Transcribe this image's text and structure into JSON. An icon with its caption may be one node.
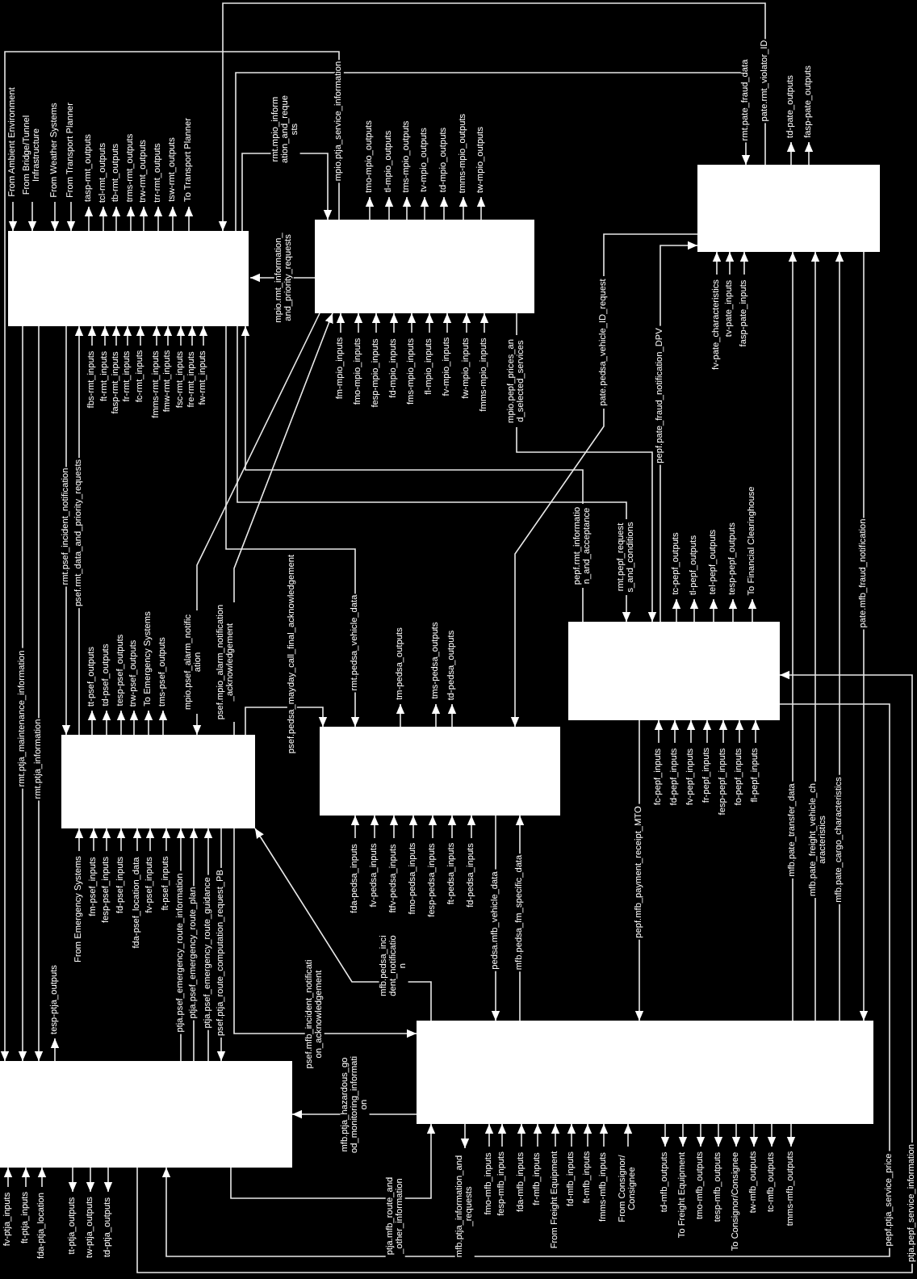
{
  "diagram": {
    "nodes": [
      {
        "text": [],
        "shape": "box"
      },
      {
        "text": [],
        "shape": "box"
      },
      {
        "text": [],
        "shape": "box"
      },
      {
        "text": [],
        "shape": "box"
      },
      {
        "text": [],
        "shape": "box"
      },
      {
        "text": [],
        "shape": "box"
      },
      {
        "text": [],
        "shape": "box"
      },
      {
        "text": [],
        "shape": "box"
      }
    ],
    "edges": [
      {
        "from": null,
        "to": 0,
        "arrow": "to",
        "label": "From Ambient Environment"
      },
      {
        "from": null,
        "to": 0,
        "arrow": "to",
        "label": "From Bridge/Tunnel Infrastructure"
      },
      {
        "from": null,
        "to": 0,
        "arrow": "to",
        "label": "From Weather Systems"
      },
      {
        "from": null,
        "to": 0,
        "arrow": "to",
        "label": "From Transport Planner"
      },
      {
        "from": 0,
        "to": null,
        "arrow": "to",
        "label": "tasp-rmt_outputs"
      },
      {
        "from": 0,
        "to": null,
        "arrow": "to",
        "label": "tcl-rmt_outputs"
      },
      {
        "from": 0,
        "to": null,
        "arrow": "to",
        "label": "tb-rmt_outputs"
      },
      {
        "from": 0,
        "to": null,
        "arrow": "to",
        "label": "trms-rmt_outputs"
      },
      {
        "from": 0,
        "to": null,
        "arrow": "to",
        "label": "trw-rmt_outputs"
      },
      {
        "from": 0,
        "to": null,
        "arrow": "to",
        "label": "trr-rmt_outputs"
      },
      {
        "from": 0,
        "to": null,
        "arrow": "to",
        "label": "tsw-rmt_outputs"
      },
      {
        "from": 0,
        "to": null,
        "arrow": "to",
        "label": "To Transport Planner"
      },
      {
        "from": null,
        "to": 0,
        "arrow": "to",
        "label": "fbs-rmt_inputs"
      },
      {
        "from": null,
        "to": 0,
        "arrow": "to",
        "label": "ft-rmt_inputs"
      },
      {
        "from": null,
        "to": 0,
        "arrow": "to",
        "label": "fasp-rmt_inputs"
      },
      {
        "from": null,
        "to": 0,
        "arrow": "to",
        "label": "fr-rmt_inputs"
      },
      {
        "from": null,
        "to": 0,
        "arrow": "to",
        "label": "fc-rmt_inputs"
      },
      {
        "from": null,
        "to": 0,
        "arrow": "to",
        "label": "fmms-rmt_inputs"
      },
      {
        "from": null,
        "to": 0,
        "arrow": "to",
        "label": "fmw-rmt_inputs"
      },
      {
        "from": null,
        "to": 0,
        "arrow": "to",
        "label": "fsc-rmt_inputs"
      },
      {
        "from": null,
        "to": 0,
        "arrow": "to",
        "label": "fre-rmt_inputs"
      },
      {
        "from": null,
        "to": 0,
        "arrow": "to",
        "label": "fw-rmt_inputs"
      },
      {
        "from": 1,
        "to": 0,
        "arrow": "to",
        "label": "mpio.rmt_information_and_priority_requests"
      },
      {
        "from": 0,
        "to": 1,
        "arrow": "to",
        "label": "rmt.mpio_information_and_requests"
      },
      {
        "from": 0,
        "to": 2,
        "arrow": "to",
        "label": "rmt.pate_fraud_data"
      },
      {
        "from": 2,
        "to": 0,
        "arrow": "to",
        "label": "pate.rmt_violator_ID"
      },
      {
        "from": 1,
        "to": 6,
        "arrow": "to",
        "label": "mpio.ptja_service_information"
      },
      {
        "from": 1,
        "to": null,
        "arrow": "to",
        "label": "tmo-mpio_outputs"
      },
      {
        "from": 1,
        "to": null,
        "arrow": "to",
        "label": "tl-mpio_outputs"
      },
      {
        "from": 1,
        "to": null,
        "arrow": "to",
        "label": "tms-mpio_outputs"
      },
      {
        "from": 1,
        "to": null,
        "arrow": "to",
        "label": "tv-mpio_outputs"
      },
      {
        "from": 1,
        "to": null,
        "arrow": "to",
        "label": "td-mpio_outputs"
      },
      {
        "from": 1,
        "to": null,
        "arrow": "to",
        "label": "tmms-mpio_outputs"
      },
      {
        "from": 1,
        "to": null,
        "arrow": "to",
        "label": "tw-mpio_outputs"
      },
      {
        "from": null,
        "to": 1,
        "arrow": "to",
        "label": "fm-mpio_inputs"
      },
      {
        "from": null,
        "to": 1,
        "arrow": "to",
        "label": "fmo-mpio_inputs"
      },
      {
        "from": null,
        "to": 1,
        "arrow": "to",
        "label": "fesp-mpio_inputs"
      },
      {
        "from": null,
        "to": 1,
        "arrow": "to",
        "label": "fd-mpio_inputs"
      },
      {
        "from": null,
        "to": 1,
        "arrow": "to",
        "label": "fms-mpio_inputs"
      },
      {
        "from": null,
        "to": 1,
        "arrow": "to",
        "label": "fl-mpio_inputs"
      },
      {
        "from": null,
        "to": 1,
        "arrow": "to",
        "label": "fv-mpio_inputs"
      },
      {
        "from": null,
        "to": 1,
        "arrow": "to",
        "label": "fw-mpio_inputs"
      },
      {
        "from": null,
        "to": 1,
        "arrow": "to",
        "label": "fmms-mpio_inputs"
      },
      {
        "from": 1,
        "to": 5,
        "arrow": "to",
        "label": "mpio.pepf_prices_and_selected_services"
      },
      {
        "from": 2,
        "to": null,
        "arrow": "to",
        "label": "td-pate_outputs"
      },
      {
        "from": 2,
        "to": null,
        "arrow": "to",
        "label": "fasp-pate_outputs"
      },
      {
        "from": 2,
        "to": 4,
        "arrow": "to",
        "label": "pate.pedsa_vehicle_ID_request"
      },
      {
        "from": 5,
        "to": 2,
        "arrow": "to",
        "label": "pepf.pate_fraud_notification_DPV"
      },
      {
        "from": null,
        "to": 2,
        "arrow": "to",
        "label": "fv-pate_characteristics"
      },
      {
        "from": null,
        "to": 2,
        "arrow": "to",
        "label": "tv-pate_inputs"
      },
      {
        "from": null,
        "to": 2,
        "arrow": "to",
        "label": "fasp-pate_inputs"
      },
      {
        "from": 7,
        "to": 2,
        "arrow": "to",
        "label": "mfb.pate_transfer_data"
      },
      {
        "from": 7,
        "to": 2,
        "arrow": "to",
        "label": "mfb.pate_freight_vehicle_characteristics"
      },
      {
        "from": 7,
        "to": 2,
        "arrow": "to",
        "label": "mfb.pate_cargo_characteristics"
      },
      {
        "from": 2,
        "to": 7,
        "arrow": "to",
        "label": "pate.mfb_fraud_notification"
      },
      {
        "from": 0,
        "to": 3,
        "arrow": "to",
        "label": "rmt.psef_incident_notification"
      },
      {
        "from": 3,
        "to": 0,
        "arrow": "to",
        "label": "psef.rmt_data_and_priority_requests"
      },
      {
        "from": 3,
        "to": null,
        "arrow": "to",
        "label": "tt-psef_outputs"
      },
      {
        "from": 3,
        "to": null,
        "arrow": "to",
        "label": "td-psef_outputs"
      },
      {
        "from": 3,
        "to": null,
        "arrow": "to",
        "label": "tesp-psef_outputs"
      },
      {
        "from": 3,
        "to": null,
        "arrow": "to",
        "label": "trw-psef_outputs"
      },
      {
        "from": 3,
        "to": null,
        "arrow": "to",
        "label": "To Emergency Systems"
      },
      {
        "from": 3,
        "to": null,
        "arrow": "to",
        "label": "tms-psef_outputs"
      },
      {
        "from": 1,
        "to": 3,
        "arrow": "to",
        "label": "mpio.psef_alarm_notification"
      },
      {
        "from": 3,
        "to": 1,
        "arrow": "to",
        "label": "psef.mpio_alarm_notification_acknowledgement"
      },
      {
        "from": 3,
        "to": 4,
        "arrow": "to",
        "label": "psef.pedsa_mayday_call_final_acknowledgement"
      },
      {
        "from": null,
        "to": 3,
        "arrow": "to",
        "label": "From Emergency Systems"
      },
      {
        "from": null,
        "to": 3,
        "arrow": "to",
        "label": "fm-psef_inputs"
      },
      {
        "from": null,
        "to": 3,
        "arrow": "to",
        "label": "fesp-psef_inputs"
      },
      {
        "from": null,
        "to": 3,
        "arrow": "to",
        "label": "fd-psef_inputs"
      },
      {
        "from": null,
        "to": 3,
        "arrow": "to",
        "label": "fda-psef_location_data"
      },
      {
        "from": null,
        "to": 3,
        "arrow": "to",
        "label": "fv-psef_inputs"
      },
      {
        "from": null,
        "to": 3,
        "arrow": "to",
        "label": "ft-psef_inputs"
      },
      {
        "from": 6,
        "to": 3,
        "arrow": "to",
        "label": "ptja.psef_emergency_route_information"
      },
      {
        "from": 6,
        "to": 3,
        "arrow": "to",
        "label": "ptja.psef_emergency_route_plan"
      },
      {
        "from": 6,
        "to": 3,
        "arrow": "to",
        "label": "ptja.psef_emergency_route_guidance"
      },
      {
        "from": 3,
        "to": 6,
        "arrow": "to",
        "label": "psef.ptja_route_computation_request_PB"
      },
      {
        "from": 3,
        "to": 7,
        "arrow": "to",
        "label": "psef.mfb_incident_notification_acknowledgement"
      },
      {
        "from": 7,
        "to": 3,
        "arrow": "to",
        "label": "mfb.pedsa_incident_notification"
      },
      {
        "from": 0,
        "to": 4,
        "arrow": "to",
        "label": "rmt.pedsa_vehicle_data"
      },
      {
        "from": 4,
        "to": null,
        "arrow": "to",
        "label": "tm-pedsa_outputs"
      },
      {
        "from": 4,
        "to": null,
        "arrow": "to",
        "label": "tms-pedsa_outputs"
      },
      {
        "from": 4,
        "to": null,
        "arrow": "to",
        "label": "td-pedsa_outputs"
      },
      {
        "from": null,
        "to": 4,
        "arrow": "to",
        "label": "fda-pedsa_inputs"
      },
      {
        "from": null,
        "to": 4,
        "arrow": "to",
        "label": "fv-pedsa_inputs"
      },
      {
        "from": null,
        "to": 4,
        "arrow": "to",
        "label": "ftfv-pedsa_inputs"
      },
      {
        "from": null,
        "to": 4,
        "arrow": "to",
        "label": "fmo-pedsa_inputs"
      },
      {
        "from": null,
        "to": 4,
        "arrow": "to",
        "label": "fesp-pedsa_inputs"
      },
      {
        "from": null,
        "to": 4,
        "arrow": "to",
        "label": "ft-pedsa_inputs"
      },
      {
        "from": null,
        "to": 4,
        "arrow": "to",
        "label": "fd-pedsa_inputs"
      },
      {
        "from": 4,
        "to": 7,
        "arrow": "to",
        "label": "pedsa.mfb_vehicle_data"
      },
      {
        "from": 7,
        "to": 4,
        "arrow": "to",
        "label": "mfb.pedsa_fm_specific_data"
      },
      {
        "from": 5,
        "to": 0,
        "arrow": "to",
        "label": "pepf.rmt_information_and_acceptance"
      },
      {
        "from": 0,
        "to": 5,
        "arrow": "to",
        "label": "rmt.pepf_requests_and_conditions"
      },
      {
        "from": 5,
        "to": null,
        "arrow": "to",
        "label": "tc-pepf_outputs"
      },
      {
        "from": 5,
        "to": null,
        "arrow": "to",
        "label": "tl-pepf_outputs"
      },
      {
        "from": 5,
        "to": null,
        "arrow": "to",
        "label": "tel-pepf_outputs"
      },
      {
        "from": 5,
        "to": null,
        "arrow": "to",
        "label": "tesp-pepf_outputs"
      },
      {
        "from": 5,
        "to": null,
        "arrow": "to",
        "label": "To Financial Clearinghouse"
      },
      {
        "from": 5,
        "to": 7,
        "arrow": "to",
        "label": "pepf.mfb_payment_receipt_MTO"
      },
      {
        "from": null,
        "to": 5,
        "arrow": "to",
        "label": "fc-pepf_inputs"
      },
      {
        "from": null,
        "to": 5,
        "arrow": "to",
        "label": "fd-pepf_inputs"
      },
      {
        "from": null,
        "to": 5,
        "arrow": "to",
        "label": "fv-pepf_inputs"
      },
      {
        "from": null,
        "to": 5,
        "arrow": "to",
        "label": "fr-pepf_inputs"
      },
      {
        "from": null,
        "to": 5,
        "arrow": "to",
        "label": "fesp-pepf_inputs"
      },
      {
        "from": null,
        "to": 5,
        "arrow": "to",
        "label": "fo-pepf_inputs"
      },
      {
        "from": null,
        "to": 5,
        "arrow": "to",
        "label": "fl-pepf_inputs"
      },
      {
        "from": 6,
        "to": 5,
        "arrow": "to",
        "label": "ptja.pepf_service_information"
      },
      {
        "from": 5,
        "to": 6,
        "arrow": "to",
        "label": "pepf.ptja_service_price"
      },
      {
        "from": 6,
        "to": null,
        "arrow": "to",
        "label": "tesp-ptja_outputs"
      },
      {
        "from": 0,
        "to": 6,
        "arrow": "to",
        "label": "rmt.ptja_maintenance_information"
      },
      {
        "from": 0,
        "to": 6,
        "arrow": "to",
        "label": "rmt.ptja_information"
      },
      {
        "from": 7,
        "to": 6,
        "arrow": "to",
        "label": "mfb.ptja_hazardous_good_monitoring_information"
      },
      {
        "from": 6,
        "to": 7,
        "arrow": "to",
        "label": "ptja.mfb_route_and_other_information"
      },
      {
        "from": null,
        "to": 6,
        "arrow": "to",
        "label": "fv-ptja_inputs"
      },
      {
        "from": null,
        "to": 6,
        "arrow": "to",
        "label": "ft-ptja_inputs"
      },
      {
        "from": null,
        "to": 6,
        "arrow": "to",
        "label": "fda-ptja_location"
      },
      {
        "from": 6,
        "to": null,
        "arrow": "to",
        "label": "tt-ptja_outputs"
      },
      {
        "from": 6,
        "to": null,
        "arrow": "to",
        "label": "tw-ptja_outputs"
      },
      {
        "from": 6,
        "to": null,
        "arrow": "to",
        "label": "td-ptja_outputs"
      },
      {
        "from": 7,
        "to": null,
        "arrow": "to",
        "label": "mfb.ptja_information_and_requests"
      },
      {
        "from": null,
        "to": 7,
        "arrow": "to",
        "label": "fmo-mfb_inputs"
      },
      {
        "from": null,
        "to": 7,
        "arrow": "to",
        "label": "fesp-mfb_inputs"
      },
      {
        "from": null,
        "to": 7,
        "arrow": "to",
        "label": "fda-mfb_inputs"
      },
      {
        "from": null,
        "to": 7,
        "arrow": "to",
        "label": "fr-mfb_inputs"
      },
      {
        "from": null,
        "to": 7,
        "arrow": "to",
        "label": "From Freight Equipment"
      },
      {
        "from": null,
        "to": 7,
        "arrow": "to",
        "label": "fd-mfb_inputs"
      },
      {
        "from": null,
        "to": 7,
        "arrow": "to",
        "label": "ft-mfb_inputs"
      },
      {
        "from": null,
        "to": 7,
        "arrow": "to",
        "label": "fmms-mfb_inputs"
      },
      {
        "from": null,
        "to": 7,
        "arrow": "to",
        "label": "From Consignor/Consignee"
      },
      {
        "from": 7,
        "to": null,
        "arrow": "to",
        "label": "td-mfb_outputs"
      },
      {
        "from": 7,
        "to": null,
        "arrow": "to",
        "label": "To Freight Equipment"
      },
      {
        "from": 7,
        "to": null,
        "arrow": "to",
        "label": "tmo-mfb_outputs"
      },
      {
        "from": 7,
        "to": null,
        "arrow": "to",
        "label": "tesp-mfb_outputs"
      },
      {
        "from": 7,
        "to": null,
        "arrow": "to",
        "label": "To Consignor/Consignee"
      },
      {
        "from": 7,
        "to": null,
        "arrow": "to",
        "label": "tw-mfb_outputs"
      },
      {
        "from": 7,
        "to": null,
        "arrow": "to",
        "label": "tc-mfb_outputs"
      },
      {
        "from": 7,
        "to": null,
        "arrow": "to",
        "label": "tmms-mfb_outputs"
      }
    ]
  }
}
